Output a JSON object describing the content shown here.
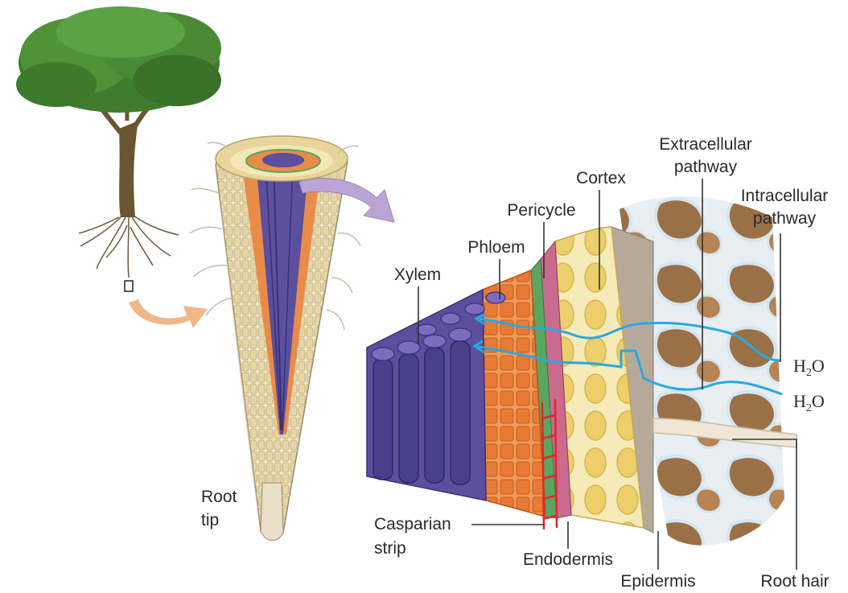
{
  "labels": {
    "extracellular_line1": "Extracellular",
    "extracellular_line2": "pathway",
    "intracellular_line1": "Intracellular",
    "intracellular_line2": "pathway",
    "cortex": "Cortex",
    "pericycle": "Pericycle",
    "phloem": "Phloem",
    "xylem": "Xylem",
    "root_tip_line1": "Root",
    "root_tip_line2": "tip",
    "casparian_line1": "Casparian",
    "casparian_line2": "strip",
    "endodermis": "Endodermis",
    "epidermis": "Epidermis",
    "root_hair": "Root hair",
    "water_1": "H",
    "water_1_sub": "2",
    "water_1_end": "O",
    "water_2": "H",
    "water_2_sub": "2",
    "water_2_end": "O"
  },
  "colors": {
    "xylem": "#5b4f9e",
    "phloem": "#e07a3c",
    "pericycle": "#5aa560",
    "endodermis": "#c96a8e",
    "cortex": "#f1e2a6",
    "epidermis": "#b7a99a",
    "soil": "#a67c52",
    "water_path": "#29a8e0",
    "casparian": "#e8252b",
    "arrow": "#b9a6d6",
    "arrow_small": "#f0b78a"
  }
}
